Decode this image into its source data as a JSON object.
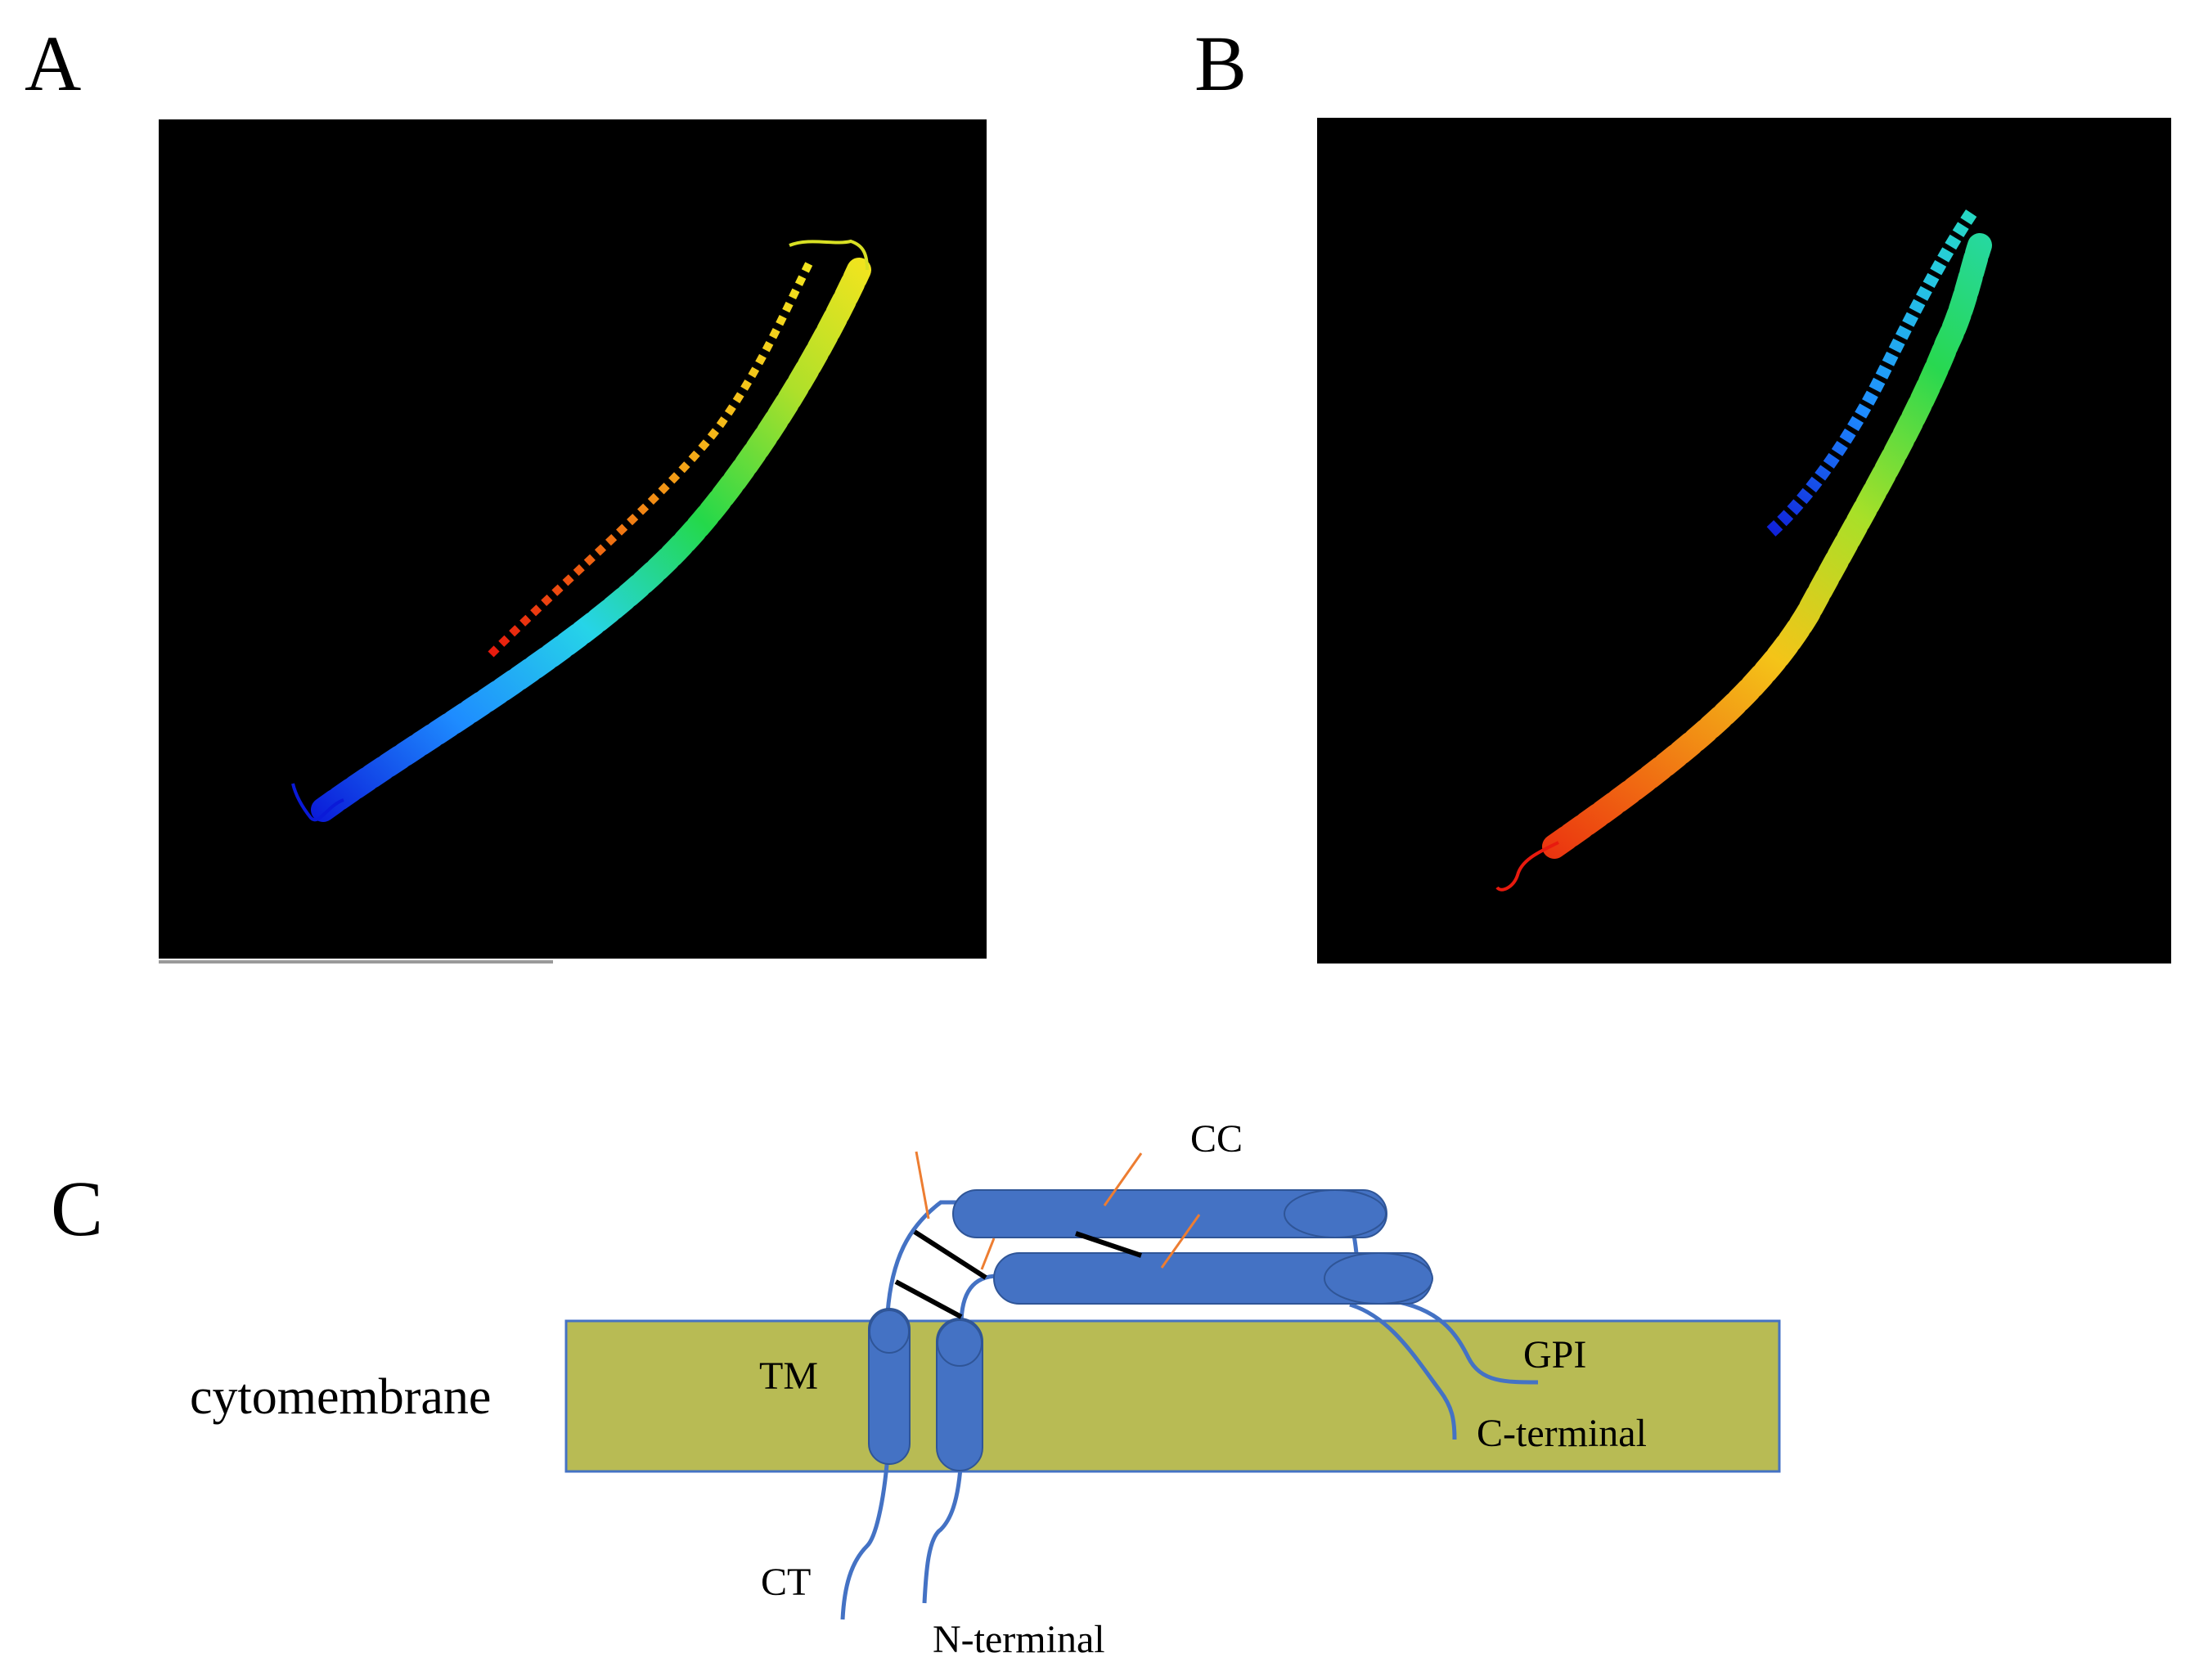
{
  "panels": {
    "a": {
      "label": "A"
    },
    "b": {
      "label": "B"
    },
    "c": {
      "label": "C"
    }
  },
  "diagram": {
    "membrane_label": "cytomembrane",
    "labels": {
      "cc": "CC",
      "tm": "TM",
      "gpi": "GPI",
      "c_terminal": "C-terminal",
      "ct": "CT",
      "n_terminal": "N-terminal"
    },
    "colors": {
      "membrane_fill": "#b8bb54",
      "membrane_border": "#4472c4",
      "protein": "#4472c4",
      "protein_outline": "#2f5597",
      "crosslink": "#000000",
      "marker": "#ed7d31",
      "structure_background": "#000000"
    }
  }
}
